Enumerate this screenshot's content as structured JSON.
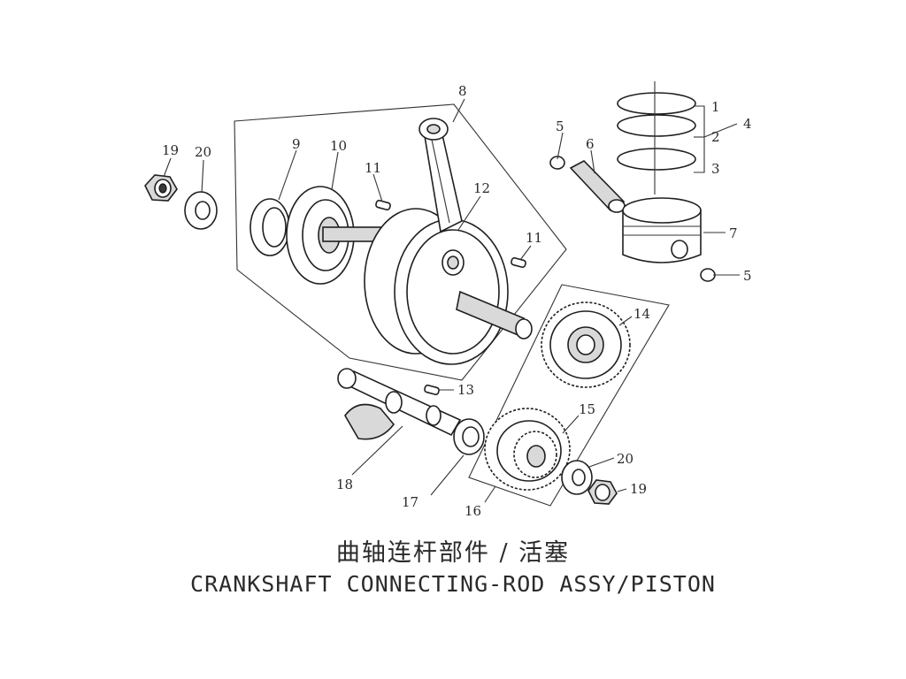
{
  "title_cn": "曲轴连杆部件 / 活塞",
  "title_en": "CRANKSHAFT CONNECTING-ROD ASSY/PISTON",
  "callouts": [
    {
      "id": "c1",
      "text": "1"
    },
    {
      "id": "c2",
      "text": "2"
    },
    {
      "id": "c3",
      "text": "3"
    },
    {
      "id": "c4",
      "text": "4"
    },
    {
      "id": "c5a",
      "text": "5"
    },
    {
      "id": "c5b",
      "text": "5"
    },
    {
      "id": "c6",
      "text": "6"
    },
    {
      "id": "c7",
      "text": "7"
    },
    {
      "id": "c8",
      "text": "8"
    },
    {
      "id": "c9",
      "text": "9"
    },
    {
      "id": "c10",
      "text": "10"
    },
    {
      "id": "c11a",
      "text": "11"
    },
    {
      "id": "c11b",
      "text": "11"
    },
    {
      "id": "c12",
      "text": "12"
    },
    {
      "id": "c13",
      "text": "13"
    },
    {
      "id": "c14",
      "text": "14"
    },
    {
      "id": "c15",
      "text": "15"
    },
    {
      "id": "c16",
      "text": "16"
    },
    {
      "id": "c17",
      "text": "17"
    },
    {
      "id": "c18",
      "text": "18"
    },
    {
      "id": "c19a",
      "text": "19"
    },
    {
      "id": "c19b",
      "text": "19"
    },
    {
      "id": "c20a",
      "text": "20"
    },
    {
      "id": "c20b",
      "text": "20"
    }
  ]
}
